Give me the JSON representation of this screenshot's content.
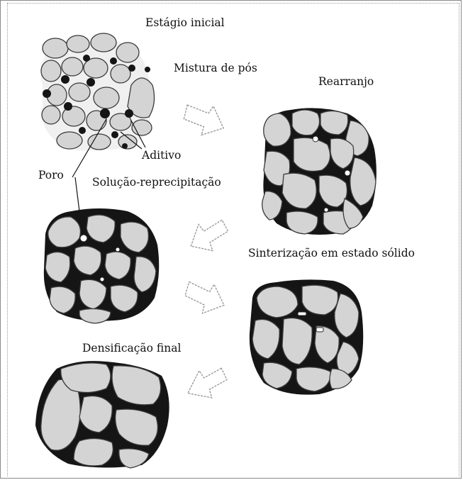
{
  "labels": {
    "initial_stage": "Estágio inicial",
    "powder_mix": "Mistura de pós",
    "rearrangement": "Rearranjo",
    "additive": "Aditivo",
    "pore": "Poro",
    "solution_reprecipitation": "Solução-reprecipitação",
    "solid_state_sintering": "Sinterização em estado sólido",
    "final_densification": "Densificação final"
  },
  "colors": {
    "grain_fill": "#d4d4d4",
    "grain_stroke": "#3a3a3a",
    "liquid_phase": "#151515",
    "arrow_stroke": "#9a9a9a"
  }
}
